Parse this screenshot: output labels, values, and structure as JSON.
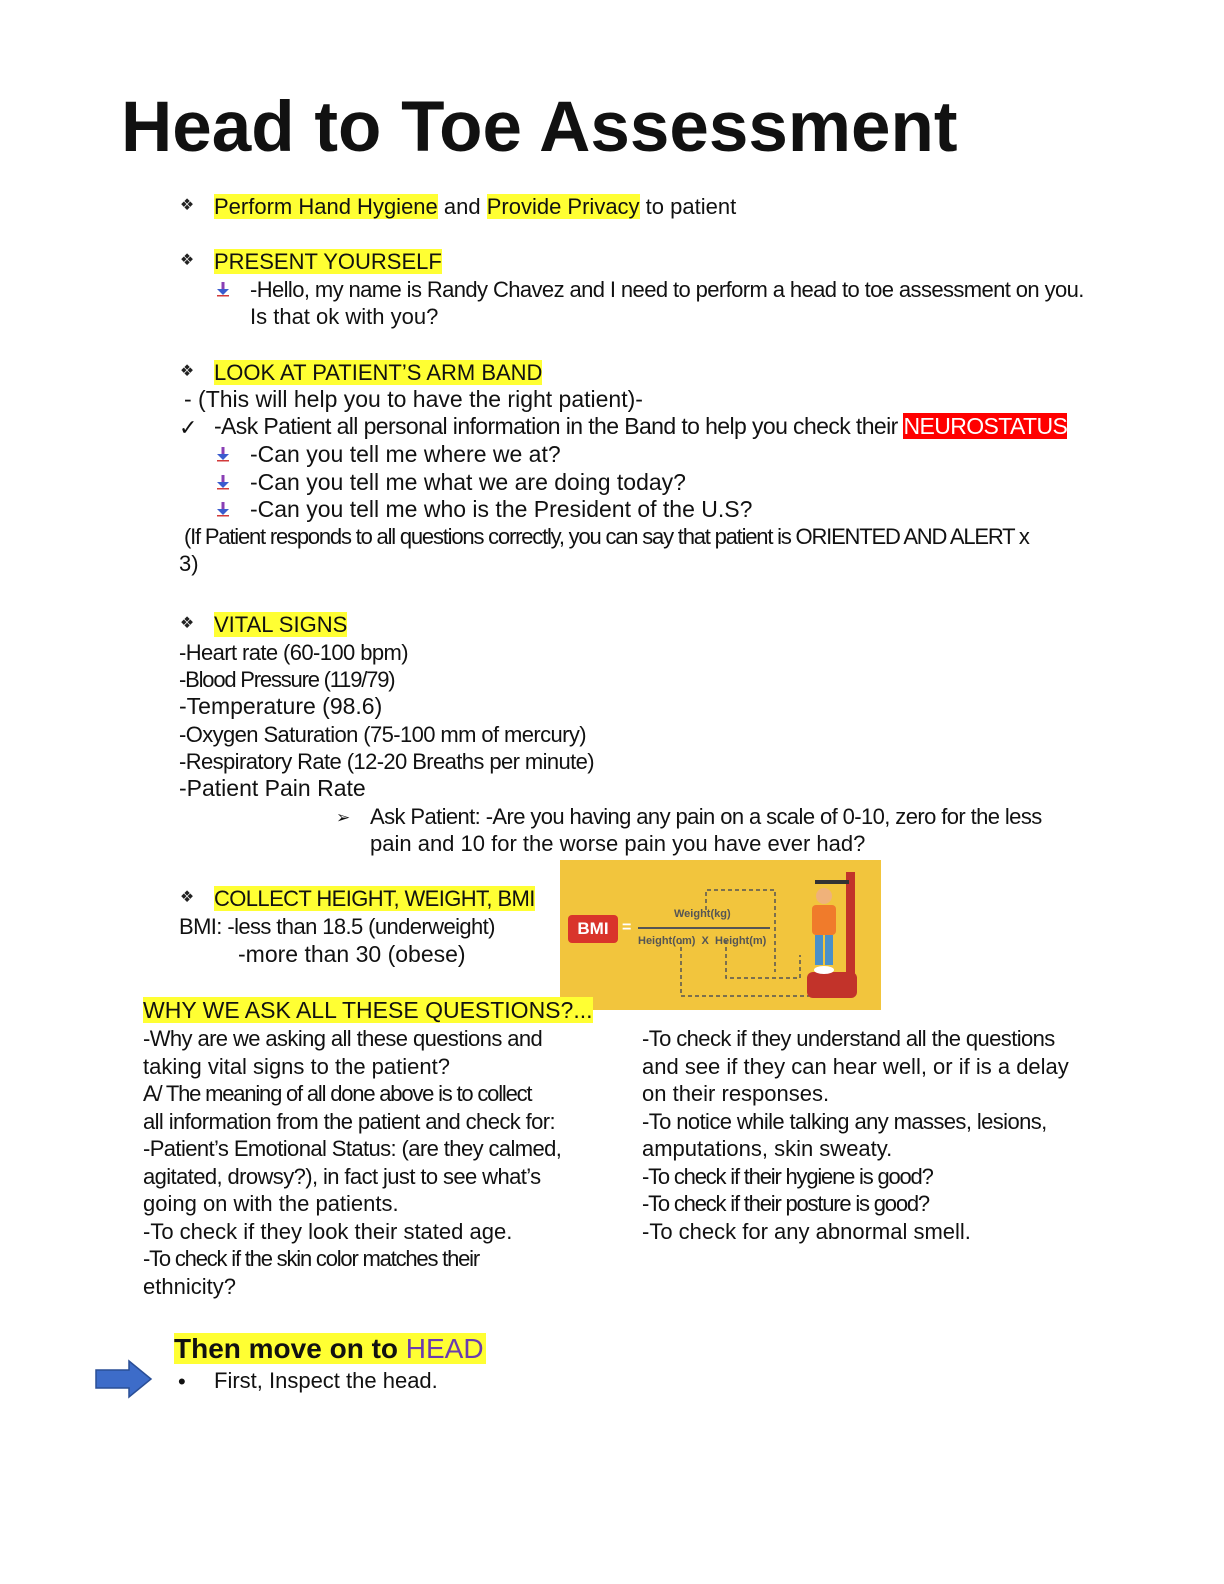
{
  "title": "Head to Toe Assessment",
  "s1": {
    "part1": "Perform Hand Hygiene",
    "part2": " and ",
    "part3": "Provide Privacy",
    "part4": " to patient"
  },
  "s2": {
    "heading": "PRESENT YOURSELF",
    "line1": "-Hello, my name is Randy Chavez and I need to perform a head to toe assessment on you.",
    "line2": "Is that ok with you?"
  },
  "s3": {
    "heading": "LOOK AT PATIENT’S ARM BAND",
    "note": "- (This will help you to have the right patient)-",
    "check_text": "-Ask Patient all personal information in the Band to help you check their ",
    "check_highlight": "NEUROSTATUS",
    "q1": "-Can you tell me where we at?",
    "q2": "-Can you tell me what we are doing today?",
    "q3": "-Can you tell me who is the President of the U.S?",
    "result_line1": "(If Patient responds to all questions correctly, you can say that patient is ORIENTED AND ALERT x",
    "result_line2": "3)"
  },
  "s4": {
    "heading": "VITAL SIGNS",
    "v1": "-Heart rate (60-100 bpm)",
    "v2": "-Blood Pressure (119/79)",
    "v3": "-Temperature (98.6)",
    "v4": "-Oxygen Saturation (75-100 mm of mercury)",
    "v5": "-Respiratory Rate (12-20 Breaths per minute)",
    "v6": "-Patient Pain Rate",
    "pain_line1": "Ask Patient: -Are you having any pain on a scale of 0-10, zero for the less",
    "pain_line2": "pain and 10 for the worse pain you have ever had?"
  },
  "s5": {
    "heading": "COLLECT HEIGHT, WEIGHT, BMI",
    "bmi1": "BMI: -less than 18.5 (underweight)",
    "bmi2": "-more than 30 (obese)",
    "figure": {
      "badge": "BMI",
      "eq": "=",
      "numerator": "Weight(kg)",
      "denominator": "Height(cm)  X  Height(m)"
    }
  },
  "why": {
    "heading": "WHY WE ASK ALL THESE QUESTIONS?...",
    "left": [
      "-Why are we asking all these questions and",
      "taking vital signs to the patient?",
      "A/ The meaning of all done above is to collect",
      "all information from the patient and check for:",
      "-Patient’s Emotional Status: (are they calmed,",
      "agitated, drowsy?), in fact just to see what’s",
      "going on with the patients.",
      "-To check if they look their stated age.",
      "-To check if the skin color matches their",
      "ethnicity?"
    ],
    "right": [
      "-To check if they understand all the questions",
      "and see if they can hear well, or if is a delay",
      "on their responses.",
      "-To notice while talking any masses, lesions,",
      "amputations, skin sweaty.",
      "-To check if their hygiene is good?",
      "-To check if their posture is good?",
      "-To check for any abnormal smell."
    ]
  },
  "head": {
    "heading_a": "Then move on to ",
    "heading_b": "HEAD",
    "item1": "First, Inspect the head."
  },
  "colors": {
    "highlight": "#ffff33",
    "neuro": "#ff0000",
    "bmi_bg": "#f2c53d",
    "arrow": "#3d6cc9",
    "head_word": "#6a3bb0"
  }
}
